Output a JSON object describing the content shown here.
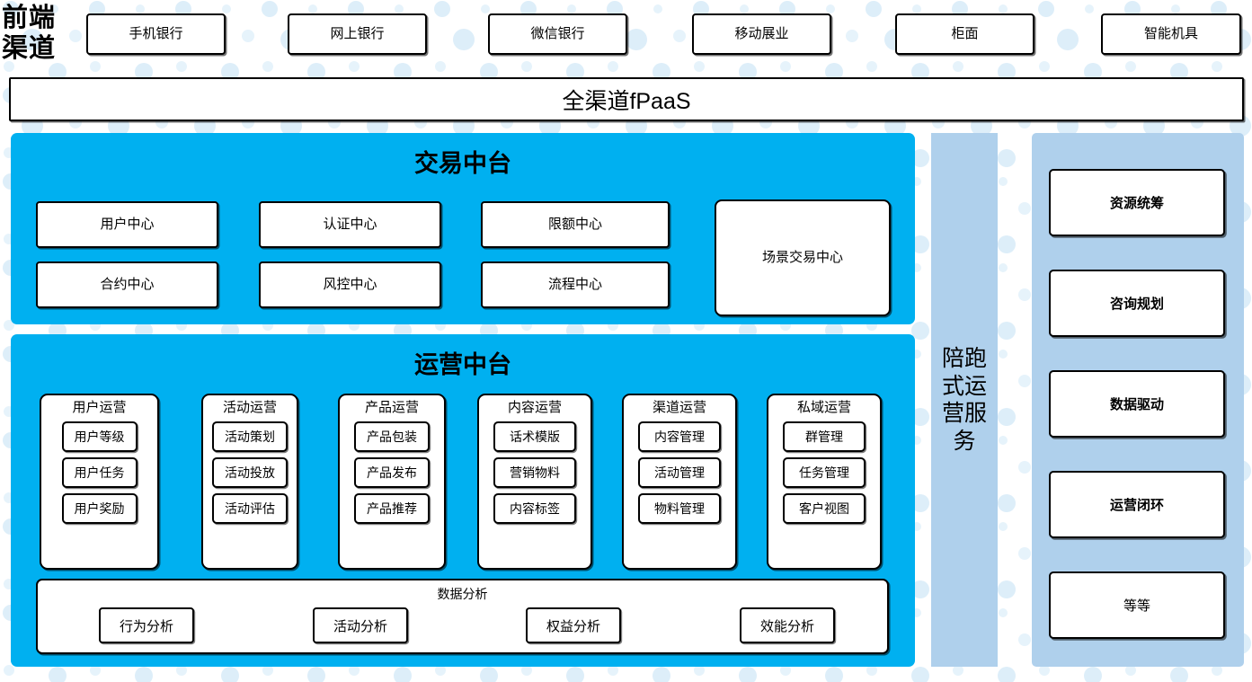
{
  "front_channel": {
    "label": "前端\n渠道",
    "label_line1": "前端",
    "label_line2": "渠道",
    "items": [
      {
        "label": "手机银行"
      },
      {
        "label": "网上银行"
      },
      {
        "label": "微信银行"
      },
      {
        "label": "移动展业"
      },
      {
        "label": "柜面"
      },
      {
        "label": "智能机具"
      }
    ]
  },
  "fpaas": {
    "label": "全渠道fPaaS"
  },
  "trade_platform": {
    "title": "交易中台",
    "items": [
      {
        "label": "用户中心"
      },
      {
        "label": "认证中心"
      },
      {
        "label": "限额中心"
      },
      {
        "label": "合约中心"
      },
      {
        "label": "风控中心"
      },
      {
        "label": "流程中心"
      }
    ],
    "scene": {
      "label": "场景交易中心"
    }
  },
  "operation_platform": {
    "title": "运营中台",
    "columns": [
      {
        "title": "用户运营",
        "items": [
          "用户等级",
          "用户任务",
          "用户奖励"
        ]
      },
      {
        "title": "活动运营",
        "items": [
          "活动策划",
          "活动投放",
          "活动评估"
        ]
      },
      {
        "title": "产品运营",
        "items": [
          "产品包装",
          "产品发布",
          "产品推荐"
        ]
      },
      {
        "title": "内容运营",
        "items": [
          "话术模版",
          "营销物料",
          "内容标签"
        ]
      },
      {
        "title": "渠道运营",
        "items": [
          "内容管理",
          "活动管理",
          "物料管理"
        ]
      },
      {
        "title": "私域运营",
        "items": [
          "群管理",
          "任务管理",
          "客户视图"
        ]
      }
    ],
    "data_analysis": {
      "title": "数据分析",
      "items": [
        "行为分析",
        "活动分析",
        "权益分析",
        "效能分析"
      ]
    }
  },
  "service_column": {
    "label": "陪跑式运营服务",
    "lines": [
      "陪跑",
      "式运",
      "营服",
      "务"
    ]
  },
  "right_panel": {
    "items": [
      {
        "label": "资源统筹",
        "bold": true
      },
      {
        "label": "咨询规划",
        "bold": true
      },
      {
        "label": "数据驱动",
        "bold": true
      },
      {
        "label": "运营闭环",
        "bold": true
      },
      {
        "label": "等等",
        "bold": false
      }
    ]
  },
  "colors": {
    "cyan": "#00B0F0",
    "light_blue": "#AFD0EC",
    "dot": "#DDEEF9",
    "white": "#FFFFFF",
    "black": "#000000"
  }
}
